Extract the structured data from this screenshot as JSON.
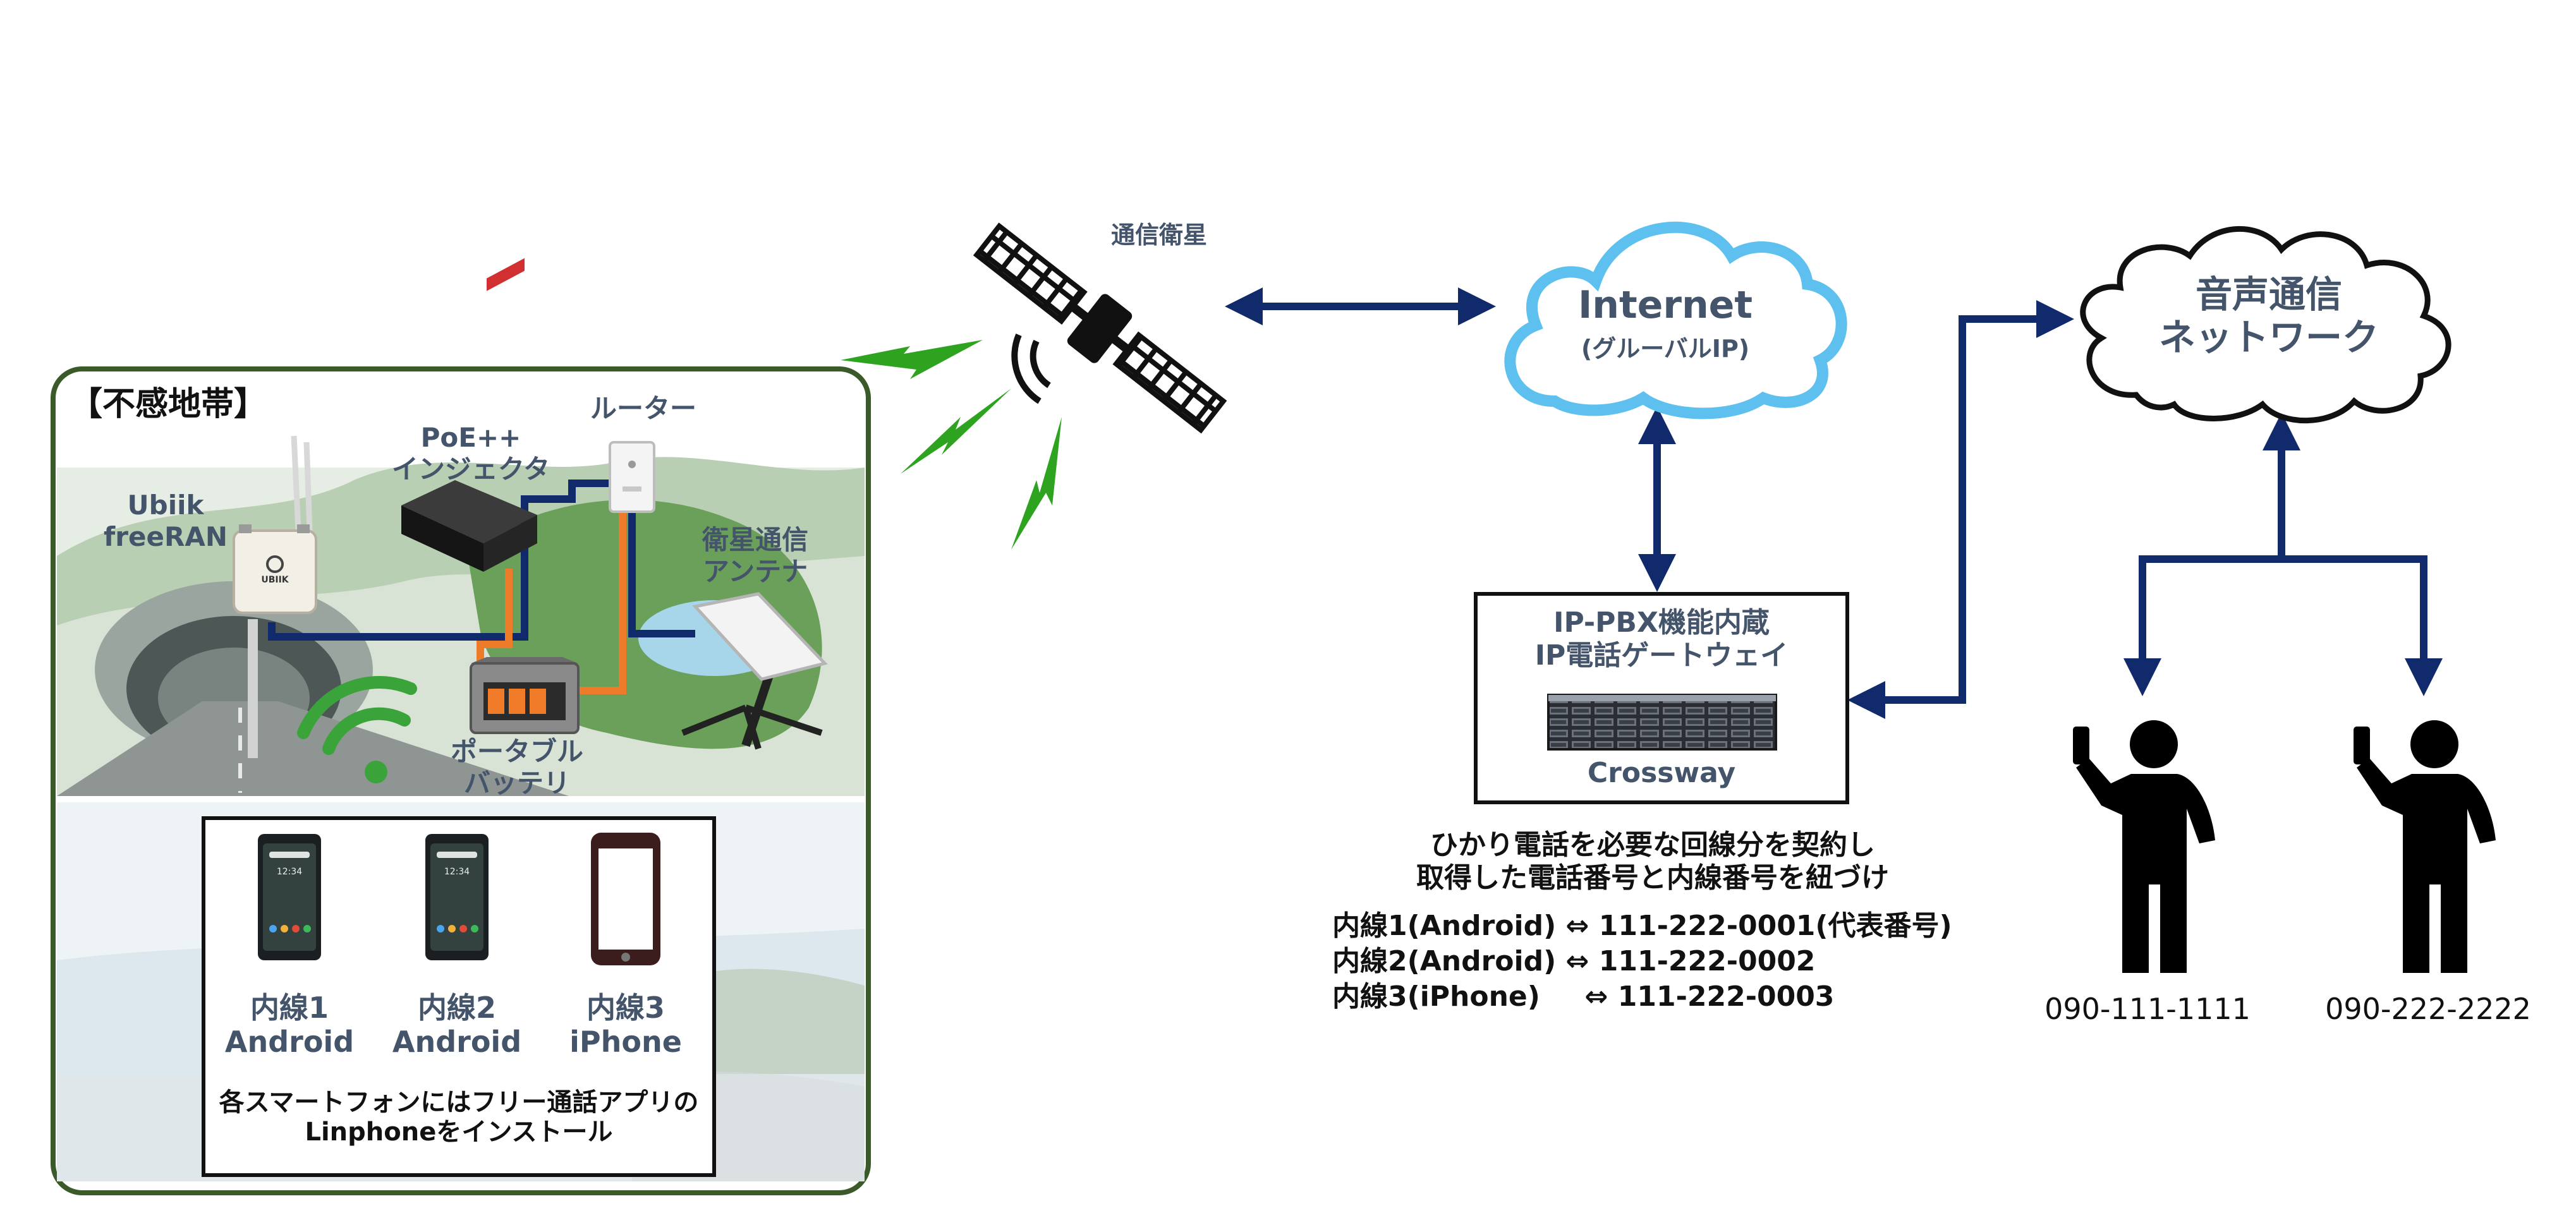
{
  "colors": {
    "navy": "#102a6b",
    "orange": "#ee7b2a",
    "green_signal": "#2ea31f",
    "cloud_blue": "#5ec0ef",
    "panel_border": "#3a5a2a",
    "label_slate": "#44546a"
  },
  "area": {
    "title": "【不感地帯】",
    "freeran_label": [
      "Ubiik",
      "freeRAN"
    ],
    "poe_label": [
      "PoE++",
      "インジェクタ"
    ],
    "router_label": "ルーター",
    "antenna_label": [
      "衛星通信",
      "アンテナ"
    ],
    "battery_label": [
      "ポータブル",
      "バッテリ"
    ],
    "freeran_logo_text": "UBIIK",
    "phones": [
      {
        "line": "内線1",
        "os": "Android",
        "clock": "12:34"
      },
      {
        "line": "内線2",
        "os": "Android",
        "clock": "12:34"
      },
      {
        "line": "内線3",
        "os": "iPhone"
      }
    ],
    "install_note": [
      "各スマートフォンにはフリー通話アプリの",
      "Linphoneをインストール"
    ]
  },
  "satellite": {
    "label": "通信衛星"
  },
  "internet": {
    "title": "Internet",
    "subtitle": "(グルーバルIP)"
  },
  "gateway": {
    "title": [
      "IP-PBX機能内蔵",
      "IP電話ゲートウェイ"
    ],
    "product": "Crossway"
  },
  "voice_network": {
    "title": [
      "音声通信",
      "ネットワーク"
    ]
  },
  "contract": {
    "heading": [
      "ひかり電話を必要な回線分を契約し",
      "取得した電話番号と内線番号を紐づけ"
    ],
    "mappings": [
      {
        "ext": "内線1(Android)",
        "symbol": "⇔",
        "number": "111-222-0001(代表番号)"
      },
      {
        "ext": "内線2(Android)",
        "symbol": "⇔",
        "number": "111-222-0002"
      },
      {
        "ext": "内線3(iPhone)",
        "symbol": "⇔",
        "number": "111-222-0003"
      }
    ]
  },
  "callers": [
    {
      "number": "090-111-1111"
    },
    {
      "number": "090-222-2222"
    }
  ]
}
